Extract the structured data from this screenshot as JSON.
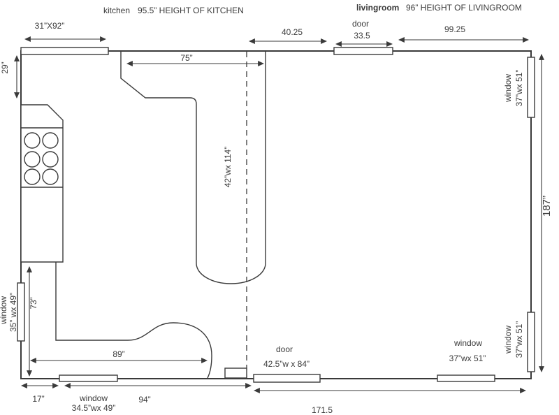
{
  "colors": {
    "line": "#3a3a3a",
    "background": "#ffffff"
  },
  "title": {
    "kitchen": "kitchen",
    "kitchen_height": "95.5” HEIGHT OF KITCHEN",
    "livingroom": "livingroom",
    "livingroom_height": "96” HEIGHT OF LIVINGROOM"
  },
  "kitchen": {
    "top_window_size": "31”X92”",
    "top_offset": "29”",
    "counter_width": "75”",
    "island_size": "42”wx 114”",
    "left_counter_length": "73”",
    "bottom_counter_length": "89”",
    "bottom_left_offset": "17”",
    "bottom_wall_length": "94”",
    "left_window": {
      "label": "window",
      "size": "35” wx 49”"
    },
    "bottom_window": {
      "label": "window",
      "size": "34.5”wx 49”"
    }
  },
  "livingroom": {
    "partition_to_door": "40.25",
    "top_door": {
      "label": "door",
      "size": "33.5"
    },
    "door_to_corner": "99.25",
    "right_wall_height": "187”",
    "bottom_wall_length": "171.5",
    "right_window_top": {
      "label": "window",
      "size": "37”wx 51”"
    },
    "right_window_bottom": {
      "label": "window",
      "size": "37”wx 51”"
    },
    "bottom_window": {
      "label": "window",
      "size": "37”wx 51”"
    },
    "bottom_door": {
      "label": "door",
      "size": "42.5”w x 84”"
    }
  }
}
